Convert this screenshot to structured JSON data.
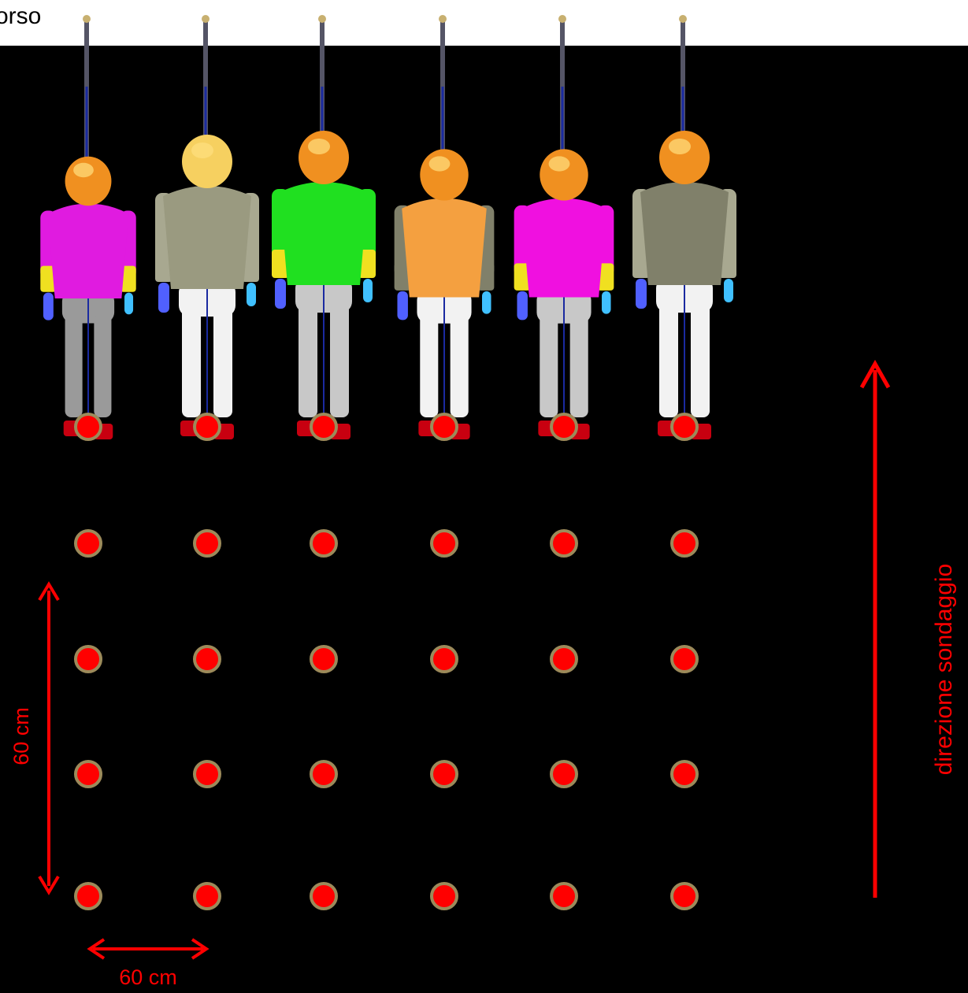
{
  "top_label": "orso",
  "direction_label": "direzione sondaggio",
  "scale_vertical_label": "60 cm",
  "scale_horizontal_label": "60 cm",
  "colors": {
    "background": "#000000",
    "marker_fill": "#ff0000",
    "marker_ring": "#9c8a5a",
    "arrow": "#ff0000"
  },
  "figures": [
    {
      "shirt": "#e01be0",
      "sleeve": "#e01be0",
      "cuff": "#f0e020",
      "pants": "#9a9a9a",
      "head": "#f09020",
      "hand": "#5060ff"
    },
    {
      "shirt": "#9a9a80",
      "sleeve": "#a8a890",
      "cuff": "#a8a890",
      "pants": "#f2f2f2",
      "head": "#f6d060",
      "hand": "#5060ff"
    },
    {
      "shirt": "#20e020",
      "sleeve": "#20e020",
      "cuff": "#f0e020",
      "pants": "#c8c8c8",
      "head": "#f09020",
      "hand": "#5060ff"
    },
    {
      "shirt": "#f4a040",
      "sleeve": "#80806a",
      "cuff": "#80806a",
      "pants": "#f2f2f2",
      "head": "#f09020",
      "hand": "#5060ff"
    },
    {
      "shirt": "#f010e0",
      "sleeve": "#f010e0",
      "cuff": "#f0e020",
      "pants": "#c8c8c8",
      "head": "#f09020",
      "hand": "#5060ff"
    },
    {
      "shirt": "#80806a",
      "sleeve": "#a8a890",
      "cuff": "#a8a890",
      "pants": "#f2f2f2",
      "head": "#f09020",
      "hand": "#5060ff"
    }
  ],
  "marker_grid": {
    "columns": 6,
    "rows": 5
  }
}
